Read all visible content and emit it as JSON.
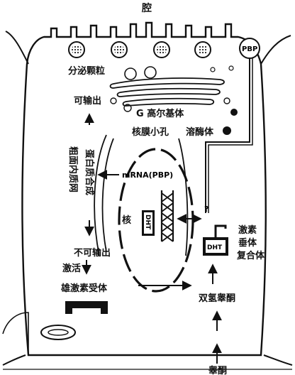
{
  "labels": {
    "lumen": "腔",
    "pbp": "PBP",
    "secretory_granules": "分泌颗粒",
    "exportable": "可输出",
    "golgi": "G 高尔基体",
    "nuclear_pore": "核膜小孔",
    "lysosome": "溶酶体",
    "rough_er": "粗面内质网",
    "protein_synthesis": "蛋白质合成",
    "mrna": "mRNA(PBP)",
    "nucleus": "核",
    "dht_in_nucleus": "DHT",
    "question": "?",
    "androgen_pituitary_complex_1": "激素",
    "androgen_pituitary_complex_2": "垂体",
    "androgen_pituitary_complex_3": "复合体",
    "dht_complex": "DHT",
    "non_exportable": "不可输出",
    "activation": "激活",
    "androgen_receptor": "雄激素受体",
    "dihydrotestosterone": "双氢睾酮",
    "testosterone": "睾酮"
  }
}
